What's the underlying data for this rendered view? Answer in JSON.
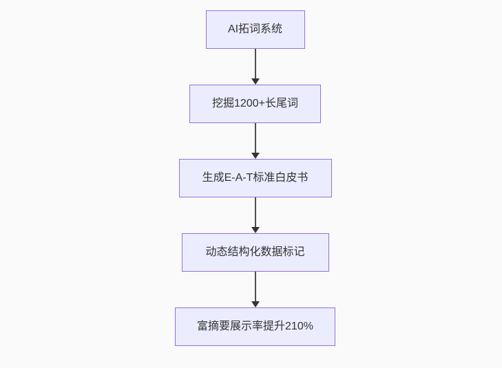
{
  "diagram": {
    "type": "flowchart-vertical",
    "background_color": "#fafafa",
    "node_fill_color": "#ececff",
    "node_border_color": "#9370db",
    "node_text_color": "#333333",
    "arrow_color": "#333333",
    "nodes": [
      {
        "label": "AI拓词系统"
      },
      {
        "label": "挖掘1200+长尾词"
      },
      {
        "label": "生成E-A-T标准白皮书"
      },
      {
        "label": "动态结构化数据标记"
      },
      {
        "label": "富摘要展示率提升210%"
      }
    ]
  }
}
